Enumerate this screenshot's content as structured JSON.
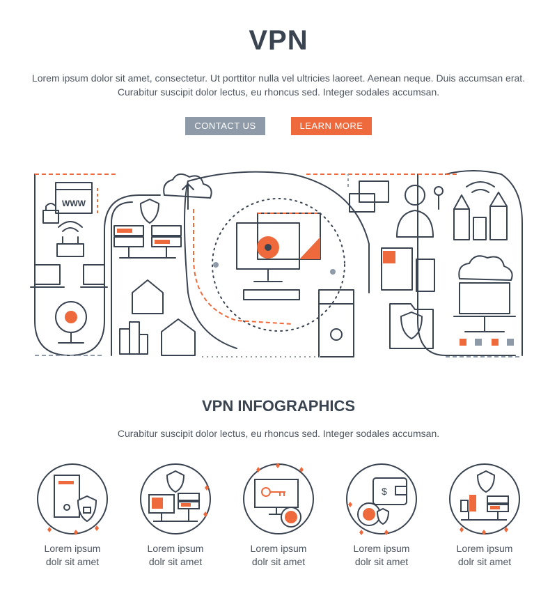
{
  "header": {
    "title": "VPN",
    "intro_line1": "Lorem ipsum dolor sit amet, consectetur. Ut porttitor nulla vel ultricies laoreet. Aenean neque. Duis accumsan erat.",
    "intro_line2": "Curabitur suscipit dolor lectus, eu rhoncus sed. Integer sodales accumsan."
  },
  "buttons": {
    "contact_label": "CONTACT US",
    "learn_label": "LEARN MORE"
  },
  "banner": {
    "browser_text": "WWW"
  },
  "infographics": {
    "title": "VPN INFOGRAPHICS",
    "description": "Curabitur suscipit dolor lectus, eu rhoncus sed. Integer sodales accumsan.",
    "items": [
      {
        "line1": "Lorem ipsum",
        "line2": "dolr sit amet",
        "icon": "server-shield-icon"
      },
      {
        "line1": "Lorem ipsum",
        "line2": "dolr sit amet",
        "icon": "network-lock-icon"
      },
      {
        "line1": "Lorem ipsum",
        "line2": "dolr sit amet",
        "icon": "key-monitor-icon"
      },
      {
        "line1": "Lorem ipsum",
        "line2": "dolr sit amet",
        "icon": "wallet-globe-icon"
      },
      {
        "line1": "Lorem ipsum",
        "line2": "dolr sit amet",
        "icon": "network-shield-icon"
      }
    ]
  },
  "colors": {
    "dark": "#3a4350",
    "accent": "#ee6a3c",
    "gray_button": "#8e9aa8",
    "muted": "#8e9aa8"
  }
}
